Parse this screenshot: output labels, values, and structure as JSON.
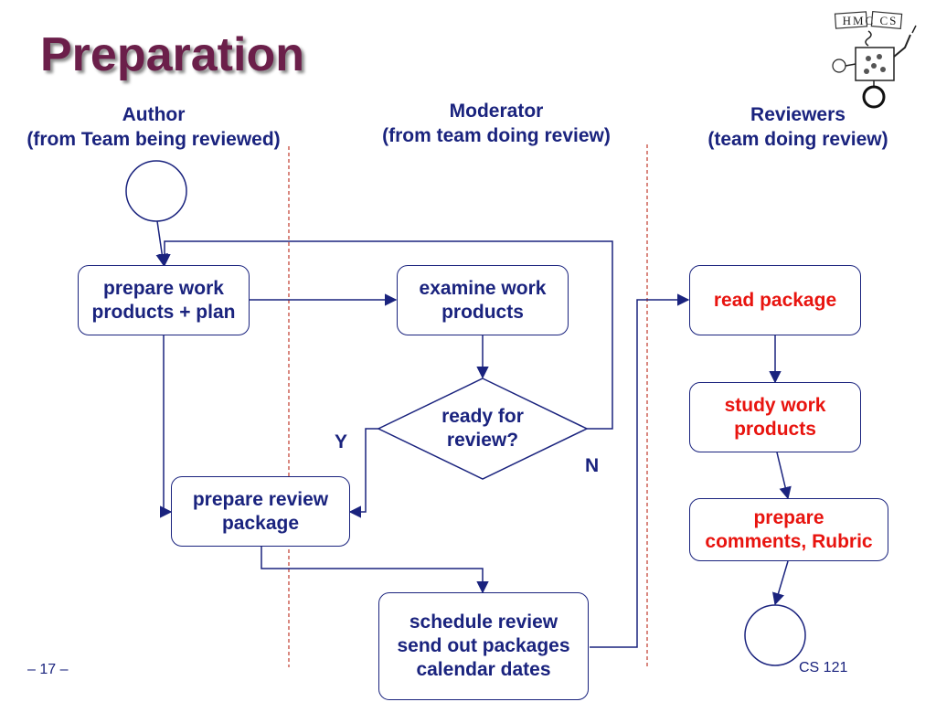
{
  "title": "Preparation",
  "lanes": {
    "author": {
      "line1": "Author",
      "line2": "(from Team being reviewed)"
    },
    "moderator": {
      "line1": "Moderator",
      "line2": "(from team doing review)"
    },
    "reviewers": {
      "line1": "Reviewers",
      "line2": "(team doing review)"
    }
  },
  "nodes": {
    "prepare_work": "prepare work\nproducts + plan",
    "examine_work": "examine work\nproducts",
    "ready": "ready for\nreview?",
    "prepare_review": "prepare review\npackage",
    "schedule": "schedule review\nsend out packages\ncalendar dates",
    "read_package": "read package",
    "study_work": "study work\nproducts",
    "prepare_comments": "prepare\ncomments, Rubric"
  },
  "branch_labels": {
    "yes": "Y",
    "no": "N"
  },
  "footer": {
    "page": "– 17 –",
    "course": "CS 121"
  },
  "logo": {
    "text": "HMC CS"
  },
  "colors": {
    "title": "#6b1f4a",
    "text": "#1a237e",
    "reviewer_text": "#e8140f",
    "lane_divider": "#c0392b"
  }
}
